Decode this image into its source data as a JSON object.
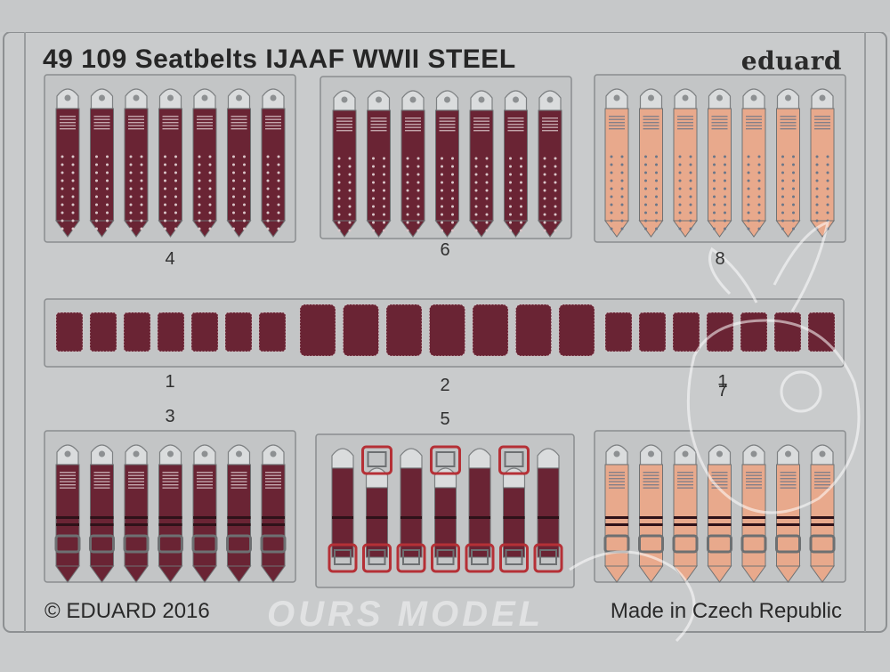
{
  "header": {
    "title": "49 109  Seatbelts IJAAF WWII  STEEL",
    "brand": "eduard"
  },
  "footer": {
    "copyright": "© EDUARD 2016",
    "origin": "Made in Czech Republic"
  },
  "watermark": {
    "text": "OURS MODEL"
  },
  "part_labels": [
    "4",
    "6",
    "8",
    "1",
    "2",
    "1",
    "3",
    "5",
    "7"
  ],
  "colors": {
    "fret": "#c9cbcc",
    "belt_dark": "#6a2434",
    "belt_light": "#e8a98c",
    "buckle_red": "#b53036",
    "metal": "#dadcdd"
  }
}
